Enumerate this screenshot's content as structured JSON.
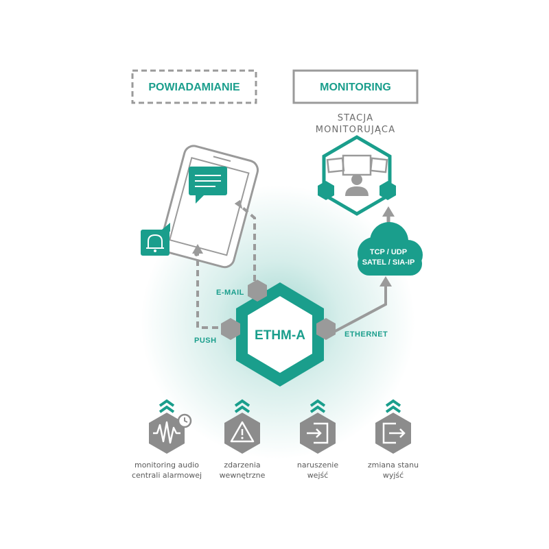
{
  "header": {
    "notification_label": "POWIADAMIANIE",
    "monitoring_label": "MONITORING"
  },
  "station": {
    "line1": "STACJA",
    "line2": "MONITORUJĄCA"
  },
  "cloud": {
    "line1": "TCP / UDP",
    "line2": "SATEL / SIA-IP"
  },
  "hub": {
    "label": "ETHM-A"
  },
  "channels": {
    "email": "E-MAIL",
    "push": "PUSH",
    "ethernet": "ETHERNET"
  },
  "features": [
    {
      "line1": "monitoring audio",
      "line2": "centrali alarmowej",
      "icon": "waveform-icon"
    },
    {
      "line1": "zdarzenia",
      "line2": "wewnętrzne",
      "icon": "warning-icon"
    },
    {
      "line1": "naruszenie",
      "line2": "wejść",
      "icon": "input-icon"
    },
    {
      "line1": "zmiana stanu",
      "line2": "wyjść",
      "icon": "output-icon"
    }
  ],
  "colors": {
    "accent": "#1a9e8c",
    "gray": "#9a9a9a",
    "dark_gray": "#8c8c8c"
  }
}
